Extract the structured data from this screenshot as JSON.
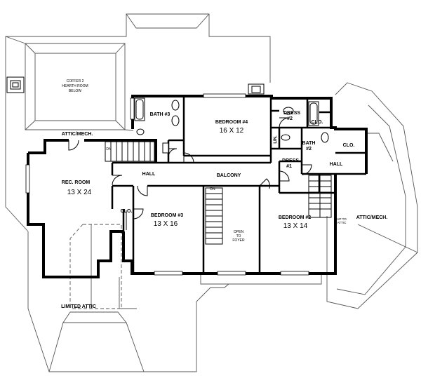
{
  "rooms": {
    "coffer_note": [
      "COFFER 2",
      "HEARTH ROOM",
      "BELOW"
    ],
    "attic_mech_top": "ATTIC/MECH.",
    "bath3": "BATH #3",
    "bedroom4": {
      "name": "BEDROOM #4",
      "size": "16 X 12"
    },
    "dress2": {
      "name": "DRESS",
      "num": "#2"
    },
    "clo_top": "CLO.",
    "bath2": {
      "name": "BATH",
      "num": "#2"
    },
    "lin": "LIN.",
    "clo_right": "CLO.",
    "dress1": {
      "name": "DRESS",
      "num": "#1"
    },
    "hall_right": "HALL",
    "hall_left": "HALL",
    "balcony": "BALCONY",
    "rec_room": {
      "name": "REC. ROOM",
      "size": "13 X 24"
    },
    "clo_left": "CLO.",
    "bedroom3": {
      "name": "BEDROOM #3",
      "size": "13 X 16"
    },
    "open_note": [
      "OPEN",
      "TO",
      "FOYER"
    ],
    "bedroom2": {
      "name": "BEDROOM #2",
      "size": "13 X 14"
    },
    "attic_mech_right": "ATTIC/MECH.",
    "up_attic": [
      "UP TO",
      "ATTIC"
    ],
    "limited_attic": "LIMITED ATTIC",
    "dn_left": "DN",
    "dn_stair": "DN"
  }
}
